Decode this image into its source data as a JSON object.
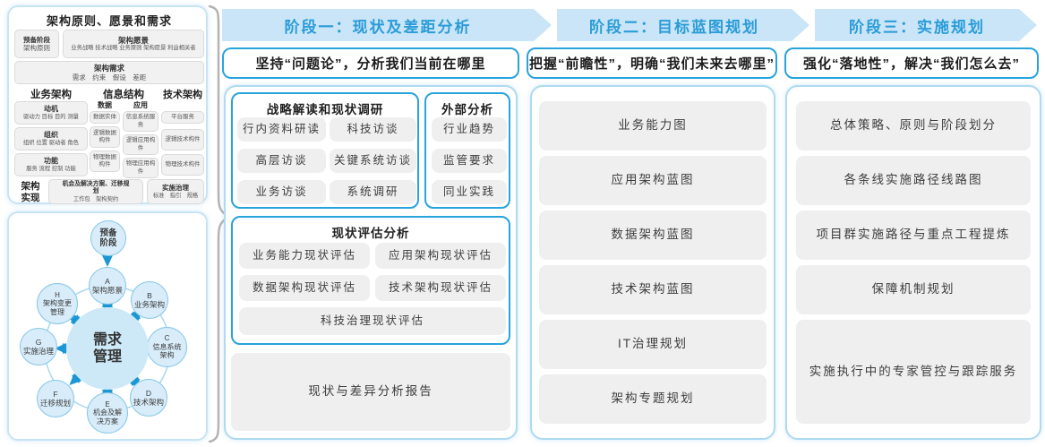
{
  "colors": {
    "band_bg": "#c9e5f7",
    "band_text": "#2b9cd8",
    "accent_border": "#29a3dc",
    "panel_border": "#aedaf2",
    "chip_bg": "#efefef",
    "arrow": "#1b97d3",
    "circle_fill": "#d8ecf9",
    "circle_border": "#85c7e9",
    "brace": "#b3b3b3"
  },
  "left": {
    "principles": {
      "title": "架构原则、愿景和需求",
      "prep_line1": "预备阶段",
      "prep_line2": "架构原则",
      "vision_title": "架构愿景",
      "vision_sub": "业务战略 技术战略 业务原则 架构愿景 利益相关者",
      "req_title": "架构需求",
      "req_sub": "需求　约束　假设　差距",
      "biz_title": "业务架构",
      "biz_items": [
        {
          "t": "动机",
          "s": "驱动力 目标 目的 测量"
        },
        {
          "t": "组织",
          "s": "组织 位置 驱动者 角色"
        },
        {
          "t": "功能",
          "s": "服务 流程 控制 功能"
        }
      ],
      "info_title": "信息结构",
      "data_title": "数据",
      "data_items": [
        "数据实体",
        "逻辑数据构件",
        "物理数据构件"
      ],
      "app_title": "应用",
      "app_items": [
        "信息系统服务",
        "逻辑应用构件",
        "物理应用构件"
      ],
      "tech_title": "技术架构",
      "tech_items": [
        "平台服务",
        "逻辑技术构件",
        "物理技术构件"
      ],
      "real_l1": "架构",
      "real_l2": "实现",
      "opp_title": "机会及解决方案、迁移规划",
      "opp_sub": "工作包　架构契约",
      "gov_title": "实施治理",
      "gov_sub": "标准　指引　规格"
    },
    "adm": {
      "prep_l1": "预备",
      "prep_l2": "阶段",
      "center_l1": "需求",
      "center_l2": "管理",
      "nodes": [
        {
          "letter": "A",
          "name": "架构愿景"
        },
        {
          "letter": "B",
          "name": "业务架构"
        },
        {
          "letter": "C",
          "name": "信息系统架构"
        },
        {
          "letter": "D",
          "name": "技术架构"
        },
        {
          "letter": "E",
          "name": "机会及解决方案"
        },
        {
          "letter": "F",
          "name": "迁移规划"
        },
        {
          "letter": "G",
          "name": "实施治理"
        },
        {
          "letter": "H",
          "name": "架构变更管理"
        }
      ]
    }
  },
  "phases": [
    {
      "band": "阶段一：现状及差距分析",
      "slogan": "坚持“问题论”，分析我们当前在哪里",
      "strategy_title": "战略解读和现状调研",
      "strategy_items": [
        "行内资料研读",
        "科技访谈",
        "高层访谈",
        "关键系统访谈",
        "业务访谈",
        "系统调研"
      ],
      "external_title": "外部分析",
      "external_items": [
        "行业趋势",
        "监管要求",
        "同业实践"
      ],
      "assess_title": "现状评估分析",
      "assess_items": [
        "业务能力现状评估",
        "应用架构现状评估",
        "数据架构现状评估",
        "技术架构现状评估"
      ],
      "assess_full": "科技治理现状评估",
      "report": "现状与差异分析报告"
    },
    {
      "band": "阶段二：目标蓝图规划",
      "slogan": "把握“前瞻性”，明确“我们未来去哪里”",
      "items": [
        "业务能力图",
        "应用架构蓝图",
        "数据架构蓝图",
        "技术架构蓝图",
        "IT治理规划",
        "架构专题规划"
      ]
    },
    {
      "band": "阶段三：实施规划",
      "slogan": "强化“落地性”，解决“我们怎么去”",
      "items": [
        "总体策略、原则与阶段划分",
        "各条线实施路径线路图",
        "项目群实施路径与重点工程提炼",
        "保障机制规划",
        "实施执行中的专家管控与跟踪服务"
      ]
    }
  ]
}
